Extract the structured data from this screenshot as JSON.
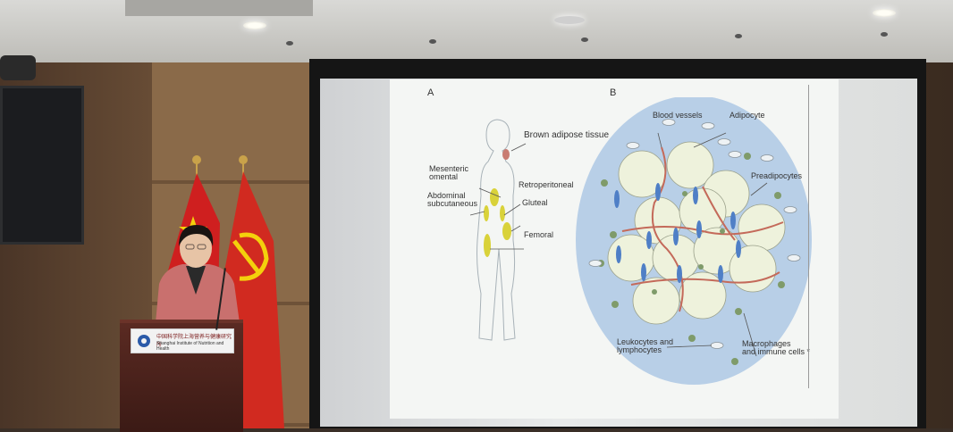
{
  "slide": {
    "panel_a": {
      "letter": "A",
      "labels": {
        "brown_adipose": "Brown adipose tissue",
        "mesenteric": "Mesenteric\nomental",
        "retroperitoneal": "Retroperitoneal",
        "abdominal": "Abdominal\nsubcutaneous",
        "gluteal": "Gluteal",
        "femoral": "Femoral"
      }
    },
    "panel_b": {
      "letter": "B",
      "labels": {
        "blood_vessels": "Blood vessels",
        "adipocyte": "Adipocyte",
        "preadipocytes": "Preadipocytes",
        "leukocytes": "Leukocytes and\nlymphocytes",
        "macrophages": "Macrophages\nand immune cells *"
      }
    }
  },
  "podium": {
    "sign_line1": "中国科学院上海营养与健康研究所",
    "sign_line2": "Shanghai Institute of Nutrition and Health"
  },
  "colors": {
    "flag_red": "#cf1f1f",
    "flag_yellow": "#f4d00c",
    "fat_yellow": "#d9d23a",
    "vessel_red": "#c46a5a",
    "preadipocyte_blue": "#4f7fc6",
    "tissue_blue": "#b8cfe7"
  }
}
